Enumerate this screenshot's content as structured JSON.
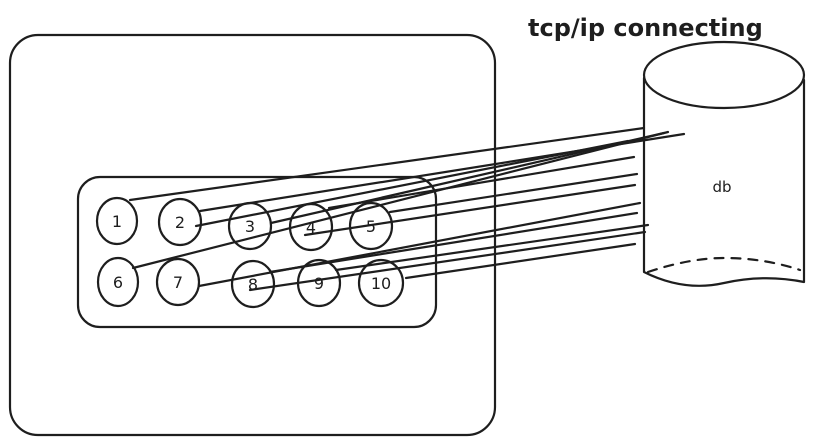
{
  "title": "tcp/ip connecting",
  "db_label": "db",
  "nodes": [
    {
      "id": "node-1",
      "label": "1"
    },
    {
      "id": "node-2",
      "label": "2"
    },
    {
      "id": "node-3",
      "label": "3"
    },
    {
      "id": "node-4",
      "label": "4"
    },
    {
      "id": "node-5",
      "label": "5"
    },
    {
      "id": "node-6",
      "label": "6"
    },
    {
      "id": "node-7",
      "label": "7"
    },
    {
      "id": "node-8",
      "label": "8"
    },
    {
      "id": "node-9",
      "label": "9"
    },
    {
      "id": "node-10",
      "label": "10"
    }
  ],
  "connections": [
    {
      "from": "node-1",
      "to": "db"
    },
    {
      "from": "node-2",
      "to": "db"
    },
    {
      "from": "node-3",
      "to": "db"
    },
    {
      "from": "node-4",
      "to": "db"
    },
    {
      "from": "node-5",
      "to": "db"
    },
    {
      "from": "node-6",
      "to": "db"
    },
    {
      "from": "node-7",
      "to": "db"
    },
    {
      "from": "node-8",
      "to": "db"
    },
    {
      "from": "node-9",
      "to": "db"
    },
    {
      "from": "node-10",
      "to": "db"
    }
  ]
}
